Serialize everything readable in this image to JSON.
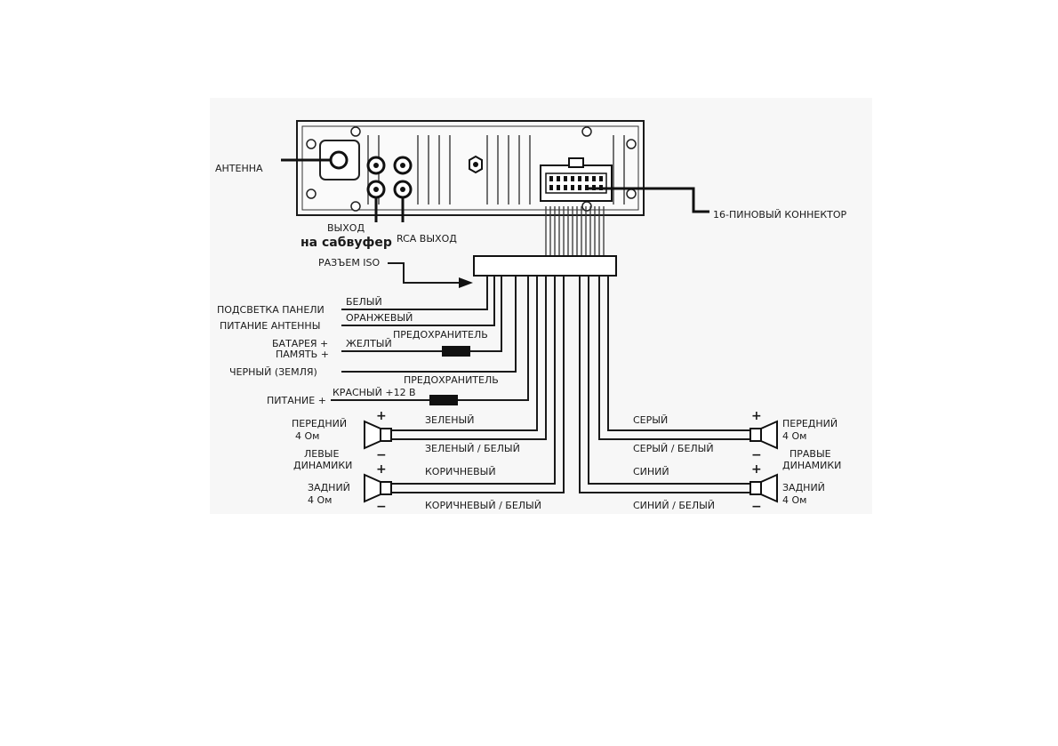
{
  "labels": {
    "antenna": "АНТЕННА",
    "sub_out_1": "ВЫХОД",
    "sub_out_2": "на сабвуфер",
    "rca_out": "RCA ВЫХОД",
    "connector16": "16-ПИНОВЫЙ КОННЕКТОР",
    "iso": "РАЗЪЕМ ISO"
  },
  "left_wires": {
    "panel_light": "ПОДСВЕТКА ПАНЕЛИ",
    "white": "БЕЛЫЙ",
    "antenna_power": "ПИТАНИЕ АНТЕННЫ",
    "orange": "ОРАНЖЕВЫЙ",
    "fuse1": "ПРЕДОХРАНИТЕЛЬ",
    "battery": "БАТАРЕЯ +",
    "memory": "ПАМЯТЬ +",
    "yellow": "ЖЕЛТЫЙ",
    "black_ground": "ЧЕРНЫЙ (ЗЕМЛЯ)",
    "fuse2": "ПРЕДОХРАНИТЕЛЬ",
    "power": "ПИТАНИЕ +",
    "red": "КРАСНЫЙ +12 В"
  },
  "left_speakers": {
    "front": "ПЕРЕДНИЙ",
    "front_ohm": "4 Ом",
    "group_1": "ЛЕВЫЕ",
    "group_2": "ДИНАМИКИ",
    "rear": "ЗАДНИЙ",
    "rear_ohm": "4 Ом",
    "green": "ЗЕЛЕНЫЙ",
    "green_white": "ЗЕЛЕНЫЙ / БЕЛЫЙ",
    "brown": "КОРИЧНЕВЫЙ",
    "brown_white": "КОРИЧНЕВЫЙ / БЕЛЫЙ"
  },
  "right_speakers": {
    "front": "ПЕРЕДНИЙ",
    "front_ohm": "4 Ом",
    "group_1": "ПРАВЫЕ",
    "group_2": "ДИНАМИКИ",
    "rear": "ЗАДНИЙ",
    "rear_ohm": "4 Ом",
    "gray": "СЕРЫЙ",
    "gray_white": "СЕРЫЙ / БЕЛЫЙ",
    "blue": "СИНИЙ",
    "blue_white": "СИНИЙ / БЕЛЫЙ"
  },
  "polarity": {
    "plus": "+",
    "minus": "−"
  }
}
